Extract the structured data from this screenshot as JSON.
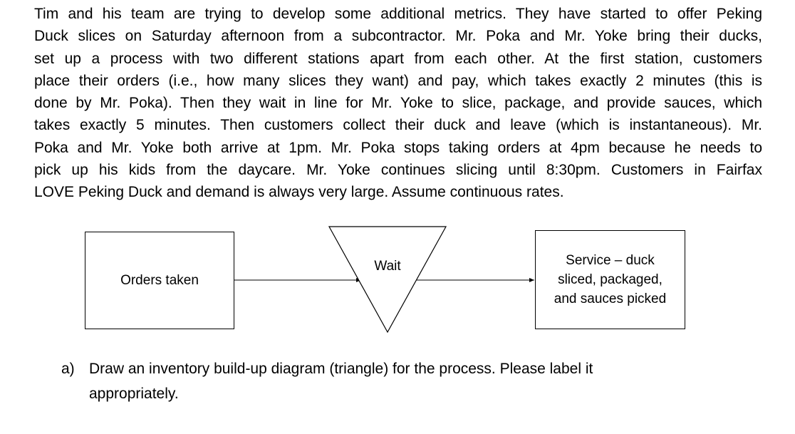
{
  "problem": {
    "lines": [
      "Tim and his team are trying to develop some additional metrics. They have started to offer Peking",
      "Duck slices on Saturday afternoon from a subcontractor. Mr. Poka and Mr. Yoke bring their ducks,",
      "set up a process with two different stations apart from each other. At the first station, customers",
      "place their orders (i.e., how many slices they want) and pay, which takes exactly 2 minutes (this is",
      "done by Mr. Poka). Then they wait in line for Mr. Yoke to slice, package, and provide sauces, which",
      "takes exactly 5 minutes. Then customers collect their duck and leave (which is instantaneous). Mr.",
      "Poka and Mr. Yoke both arrive at 1pm. Mr. Poka stops taking orders at 4pm because he needs to",
      "pick up his kids from the daycare. Mr. Yoke continues slicing until 8:30pm. Customers in Fairfax",
      "LOVE Peking Duck and demand is always very large. Assume continuous rates."
    ]
  },
  "diagram": {
    "orders_label": "Orders taken",
    "wait_label": "Wait",
    "service_label": "Service – duck\nsliced, packaged,\nand sauces picked"
  },
  "question": {
    "marker": "a)",
    "text_line1": "Draw an inventory build-up diagram (triangle) for the process. Please label it",
    "text_line2": "appropriately."
  }
}
